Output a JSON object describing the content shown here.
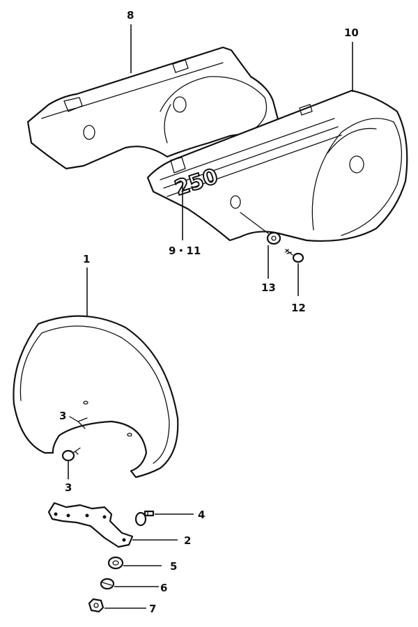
{
  "callouts": {
    "c8": "8",
    "c10": "10",
    "c9_11": "9・11",
    "c13": "13",
    "c12": "12",
    "c1": "1",
    "c3a": "3",
    "c3b": "3",
    "c4": "4",
    "c2": "2",
    "c5": "5",
    "c6": "6",
    "c7": "7"
  },
  "emblem": "250"
}
